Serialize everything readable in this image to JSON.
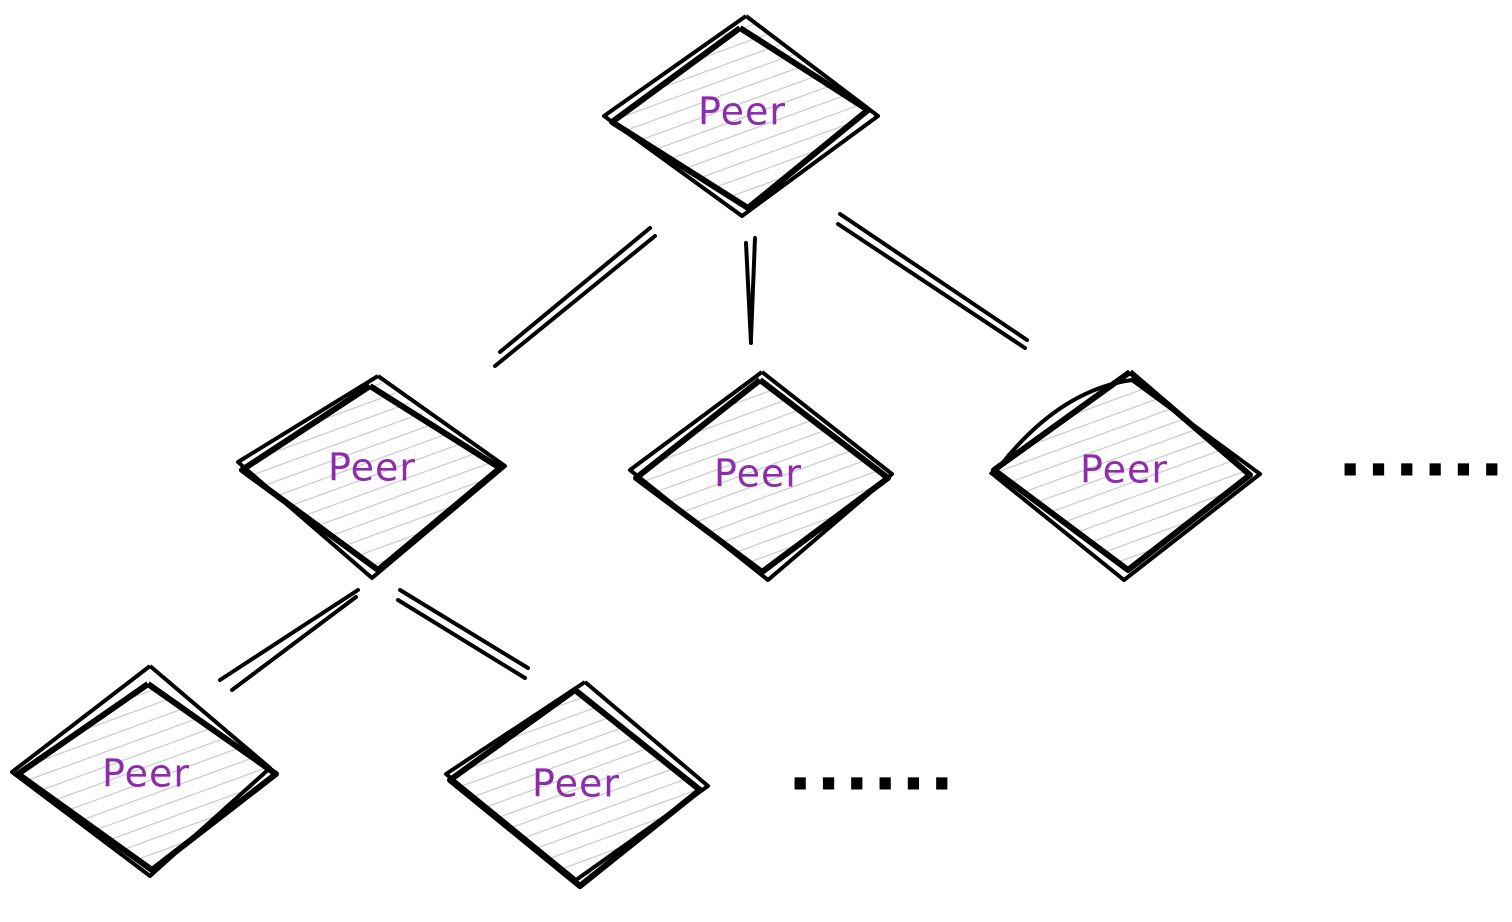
{
  "diagram": {
    "nodes": [
      {
        "id": "root",
        "label": "Peer"
      },
      {
        "id": "level1-left",
        "label": "Peer"
      },
      {
        "id": "level1-middle",
        "label": "Peer"
      },
      {
        "id": "level1-right",
        "label": "Peer"
      },
      {
        "id": "level2-left",
        "label": "Peer"
      },
      {
        "id": "level2-right",
        "label": "Peer"
      }
    ],
    "edges": [
      {
        "from": "root",
        "to": "level1-left"
      },
      {
        "from": "root",
        "to": "level1-middle"
      },
      {
        "from": "root",
        "to": "level1-right"
      },
      {
        "from": "level1-left",
        "to": "level2-left"
      },
      {
        "from": "level1-left",
        "to": "level2-right"
      }
    ],
    "continuation_level1": "......",
    "continuation_level2": "......",
    "colors": {
      "label": "#8e2cab",
      "stroke": "#000000",
      "hatch": "#c7c9d1"
    }
  }
}
